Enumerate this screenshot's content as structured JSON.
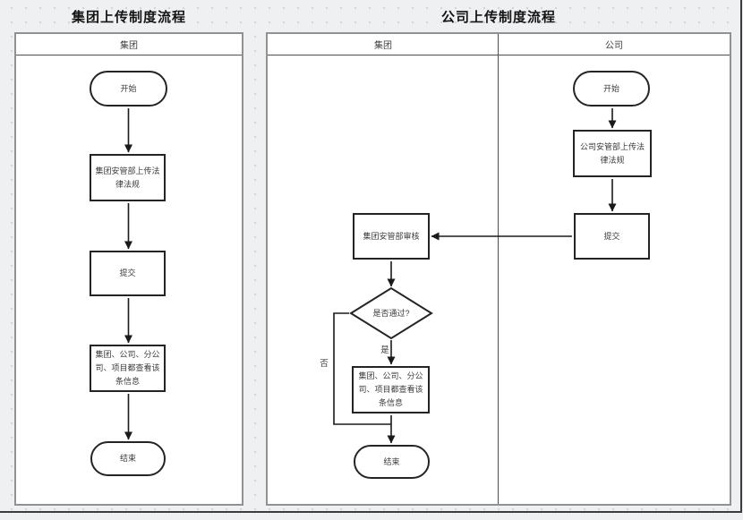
{
  "colors": {
    "canvas_bg": "#eff0f2",
    "grid_dot": "#d0d3d5",
    "pool_border": "#8f9193",
    "lane_line": "#4c4e50",
    "shape_border": "#242424",
    "edge": "#1a1a1a",
    "text": "#3b3b3b",
    "page_edge_line": "#3b3d3f"
  },
  "left_chart": {
    "title": "集团上传制度流程",
    "lane_label": "集团",
    "nodes": {
      "start": "开始",
      "upload": "集团安管部上传法律法规",
      "submit": "提交",
      "view": "集团、公司、分公司、项目都查看该条信息",
      "end": "结束"
    }
  },
  "right_chart": {
    "title": "公司上传制度流程",
    "lane_labels": {
      "group": "集团",
      "company": "公司"
    },
    "nodes": {
      "start": "开始",
      "upload": "公司安管部上传法律法规",
      "submit": "提交",
      "review": "集团安管部审核",
      "decision": "是否通过?",
      "view": "集团、公司、分公司、项目都查看该条信息",
      "end": "结束"
    },
    "edge_labels": {
      "yes": "是",
      "no": "否"
    }
  }
}
